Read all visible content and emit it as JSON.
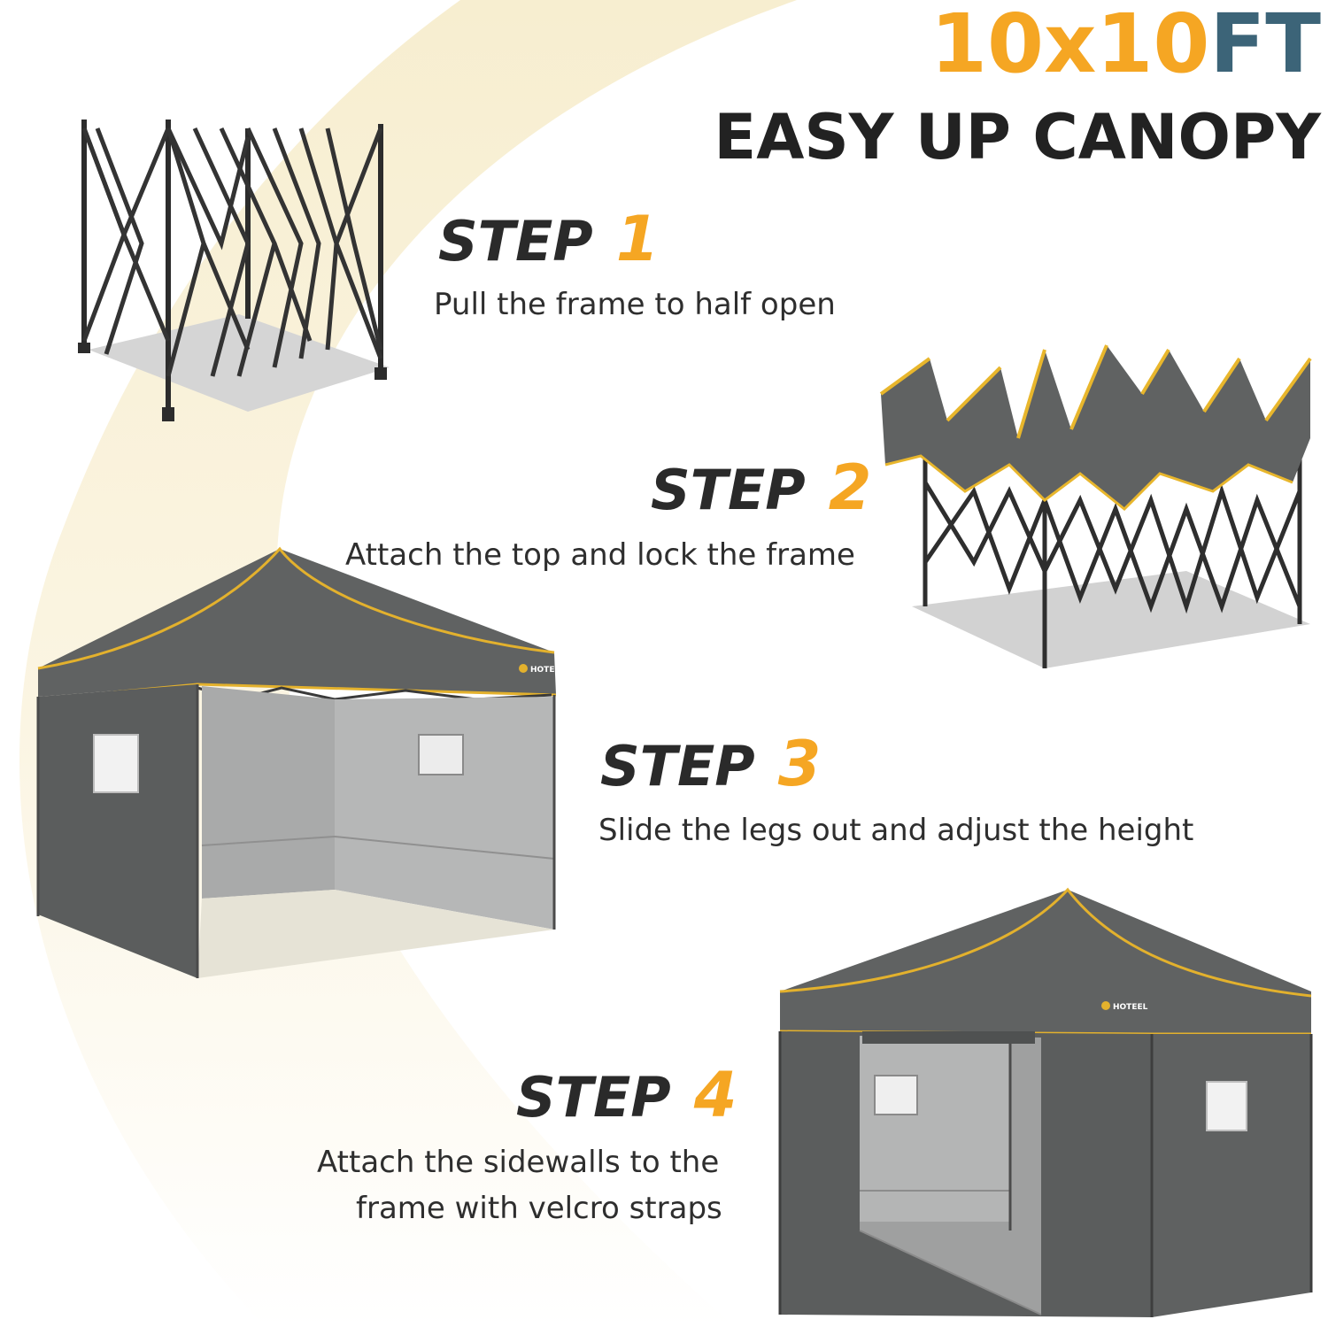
{
  "header": {
    "size_number": "10x10",
    "size_unit": "FT",
    "title": "EASY UP CANOPY"
  },
  "steps": [
    {
      "label": "STEP",
      "number": "1",
      "description": "Pull the frame to half open"
    },
    {
      "label": "STEP",
      "number": "2",
      "description": "Attach the top and lock the frame"
    },
    {
      "label": "STEP",
      "number": "3",
      "description": "Slide the legs out and adjust the height"
    },
    {
      "label": "STEP",
      "number": "4",
      "description_lines": [
        "Attach the sidewalls to the",
        "frame with velcro straps"
      ]
    }
  ],
  "brand": {
    "logo_text": "HOTEEL"
  },
  "colors": {
    "accent_orange": "#f5a623",
    "unit_teal": "#3c6478",
    "canopy_gray": "#5f6161",
    "arc_cream": "#f8f1d6",
    "text_dark": "#222222"
  },
  "icons": [
    "folded-frame-illustration",
    "half-open-canopy-illustration",
    "canopy-with-two-walls-illustration",
    "canopy-fully-enclosed-illustration"
  ]
}
